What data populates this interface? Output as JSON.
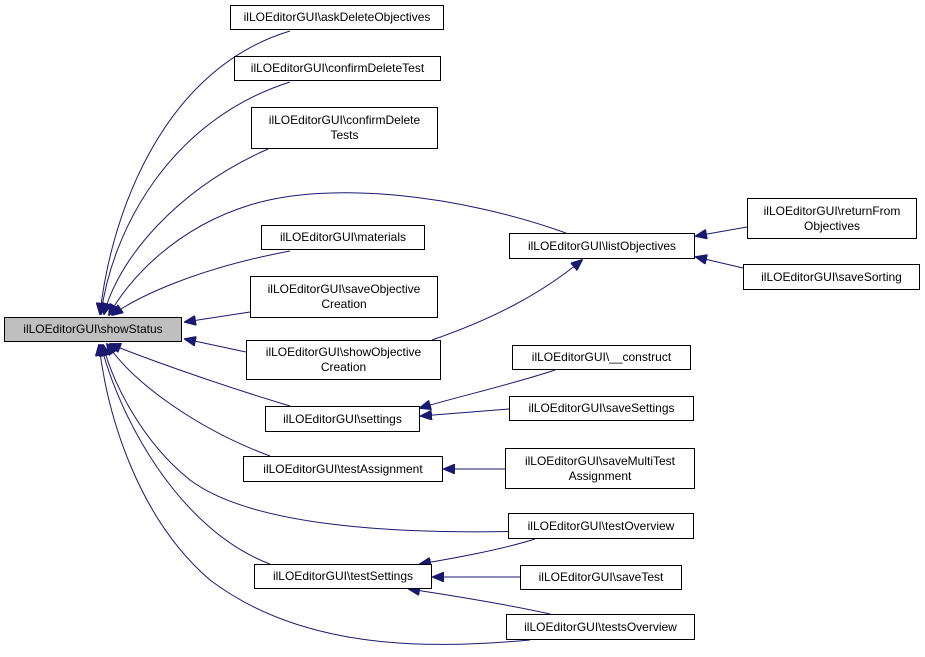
{
  "colors": {
    "edge": "#191970",
    "root_fill": "#bfbfbf",
    "node_fill": "#ffffff",
    "node_border": "#000000"
  },
  "nodes": {
    "showStatus": [
      "ilLOEditorGUI\\showStatus"
    ],
    "askDeleteObjectives": [
      "ilLOEditorGUI\\askDeleteObjectives"
    ],
    "confirmDeleteTest": [
      "ilLOEditorGUI\\confirmDeleteTest"
    ],
    "confirmDeleteTests": [
      "ilLOEditorGUI\\confirmDelete",
      "Tests"
    ],
    "materials": [
      "ilLOEditorGUI\\materials"
    ],
    "saveObjectiveCreation": [
      "ilLOEditorGUI\\saveObjective",
      "Creation"
    ],
    "showObjectiveCreation": [
      "ilLOEditorGUI\\showObjective",
      "Creation"
    ],
    "settings": [
      "ilLOEditorGUI\\settings"
    ],
    "testAssignment": [
      "ilLOEditorGUI\\testAssignment"
    ],
    "testSettings": [
      "ilLOEditorGUI\\testSettings"
    ],
    "listObjectives": [
      "ilLOEditorGUI\\listObjectives"
    ],
    "construct": [
      "ilLOEditorGUI\\__construct"
    ],
    "saveSettings": [
      "ilLOEditorGUI\\saveSettings"
    ],
    "saveMultiTestAssignment": [
      "ilLOEditorGUI\\saveMultiTest",
      "Assignment"
    ],
    "testOverview": [
      "ilLOEditorGUI\\testOverview"
    ],
    "saveTest": [
      "ilLOEditorGUI\\saveTest"
    ],
    "testsOverview": [
      "ilLOEditorGUI\\testsOverview"
    ],
    "returnFromObjectives": [
      "ilLOEditorGUI\\returnFrom",
      "Objectives"
    ],
    "saveSorting": [
      "ilLOEditorGUI\\saveSorting"
    ]
  },
  "edges": [
    [
      "askDeleteObjectives",
      "showStatus"
    ],
    [
      "confirmDeleteTest",
      "showStatus"
    ],
    [
      "confirmDeleteTests",
      "showStatus"
    ],
    [
      "listObjectives",
      "showStatus"
    ],
    [
      "materials",
      "showStatus"
    ],
    [
      "saveObjectiveCreation",
      "showStatus"
    ],
    [
      "showObjectiveCreation",
      "showStatus"
    ],
    [
      "settings",
      "showStatus"
    ],
    [
      "testAssignment",
      "showStatus"
    ],
    [
      "testOverview",
      "showStatus"
    ],
    [
      "testSettings",
      "showStatus"
    ],
    [
      "testsOverview",
      "showStatus"
    ],
    [
      "showObjectiveCreation",
      "listObjectives"
    ],
    [
      "returnFromObjectives",
      "listObjectives"
    ],
    [
      "saveSorting",
      "listObjectives"
    ],
    [
      "construct",
      "settings"
    ],
    [
      "saveSettings",
      "settings"
    ],
    [
      "saveMultiTestAssignment",
      "testAssignment"
    ],
    [
      "testOverview",
      "testSettings"
    ],
    [
      "saveTest",
      "testSettings"
    ],
    [
      "testsOverview",
      "testSettings"
    ]
  ]
}
